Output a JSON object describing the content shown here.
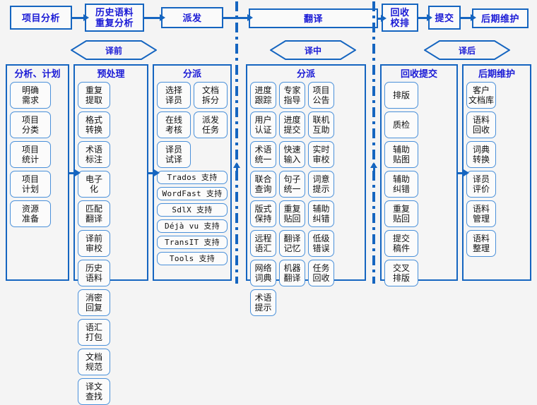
{
  "theme": {
    "border_blue": "#1565c0",
    "cell_blue": "#4a90d9",
    "title_blue": "#1a1ad6",
    "panel_bg": "#f5f5f5",
    "canvas_bg": "#f4f4f4"
  },
  "top_flow": {
    "boxes": [
      {
        "label": "项目分析"
      },
      {
        "label": "历史语料\n重复分析"
      },
      {
        "label": "派发"
      },
      {
        "label": "翻译"
      },
      {
        "label": "回收\n校排"
      },
      {
        "label": "提交"
      },
      {
        "label": "后期维护"
      }
    ]
  },
  "phases": [
    {
      "label": "译前"
    },
    {
      "label": "译中"
    },
    {
      "label": "译后"
    }
  ],
  "panels": [
    {
      "title": "分析、计划",
      "columns": 1,
      "items": [
        "明确\n需求",
        "项目\n分类",
        "项目\n统计",
        "项目\n计划",
        "资源\n准备"
      ]
    },
    {
      "title": "预处理",
      "columns": 2,
      "items": [
        "重复\n提取",
        "格式\n转换",
        "术语\n标注",
        "电子\n化",
        "匹配\n翻译",
        "译前\n审校",
        "历史\n语料",
        "消密\n回复",
        "语汇\n打包",
        "文档\n规范",
        "译文\n查找"
      ]
    },
    {
      "title": "分派",
      "columns": 2,
      "items": [
        "选择\n译员",
        "文档\n拆分",
        "在线\n考核",
        "派发\n任务",
        "译员\n试译"
      ],
      "wide_items": [
        "Trados 支持",
        "WordFast 支持",
        "SdlX 支持",
        "Déjà vu 支持",
        "TransIT 支持",
        "Tools 支持"
      ]
    },
    {
      "title": "分派",
      "columns": 4,
      "items": [
        "进度\n跟踪",
        "专家\n指导",
        "项目\n公告",
        "用户\n认证",
        "进度\n提交",
        "联机\n互助",
        "术语\n统一",
        "快速\n输入",
        "实时\n审校",
        "联合\n查询",
        "句子\n统一",
        "词意\n提示",
        "版式\n保持",
        "重复\n贴回",
        "辅助\n纠错",
        "远程\n语汇",
        "翻译\n记忆",
        "低级\n错误",
        "网络\n词典",
        "机器\n翻译",
        "任务\n回收",
        "术语\n提示"
      ]
    },
    {
      "title": "回收提交",
      "columns": 2,
      "items": [
        "排版",
        "质检",
        "辅助\n贴图",
        "辅助\n纠错",
        "重复\n贴回",
        "提交\n稿件",
        "交叉\n排版"
      ]
    },
    {
      "title": "后期维护",
      "columns": 2,
      "items": [
        "客户\n文档库",
        "语料\n回收",
        "词典\n转换",
        "译员\n评价",
        "语料\n管理",
        "语料\n整理"
      ]
    }
  ]
}
